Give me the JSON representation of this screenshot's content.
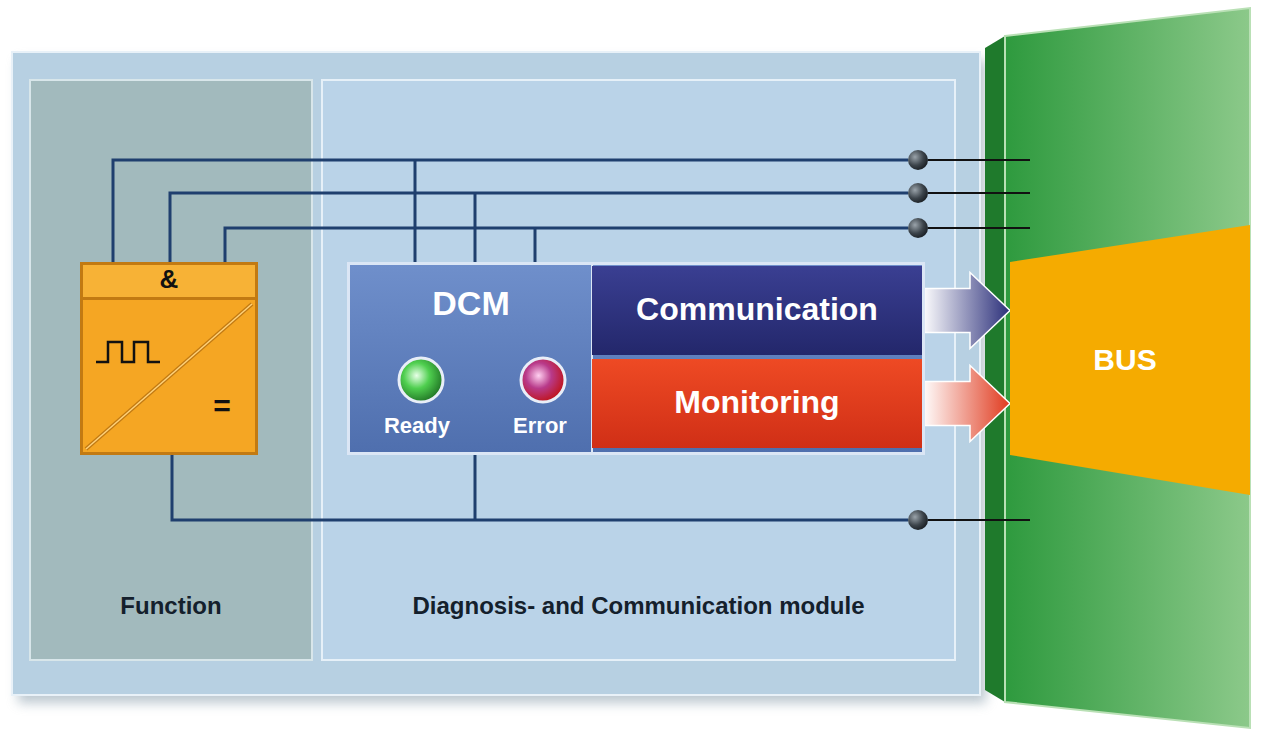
{
  "diagram": {
    "nodes": [
      {
        "text": [
          "Function"
        ]
      },
      {
        "text": [
          "&",
          "="
        ],
        "in": 0
      },
      {
        "text": [
          "Diagnosis- and Communication module"
        ]
      },
      {
        "text": [
          "DCM"
        ],
        "in": 2
      },
      {
        "text": [
          "Communication"
        ],
        "in": 3
      },
      {
        "text": [
          "Monitoring"
        ],
        "in": 3
      },
      {
        "text": [
          "BUS"
        ]
      }
    ],
    "edges": [
      {
        "from": 4,
        "to": 6,
        "arrow": "to"
      },
      {
        "from": 5,
        "to": 6,
        "arrow": "to"
      }
    ],
    "labels": [
      "Ready",
      "Error"
    ]
  }
}
